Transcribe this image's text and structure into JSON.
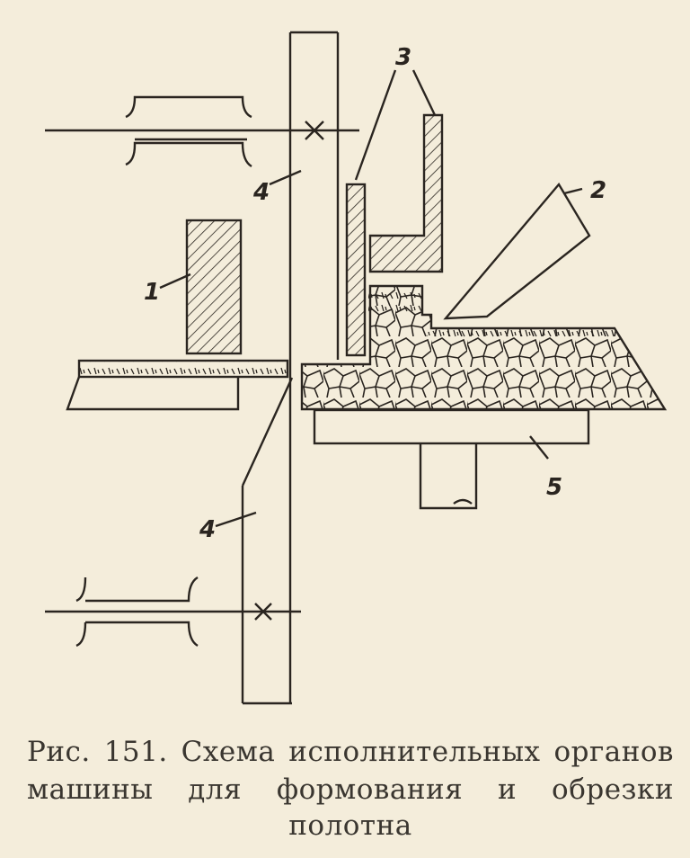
{
  "figure": {
    "labels": {
      "part1": "1",
      "part2": "2",
      "part3": "3",
      "part4_upper": "4",
      "part4_lower": "4",
      "part5": "5"
    },
    "caption": {
      "line1": "Рис. 151. Схема исполнительных органов",
      "line2": "машины для формования и обрезки",
      "line3": "полотна"
    },
    "colors": {
      "paper": "#f4eddb",
      "ink": "#2a2520"
    }
  }
}
